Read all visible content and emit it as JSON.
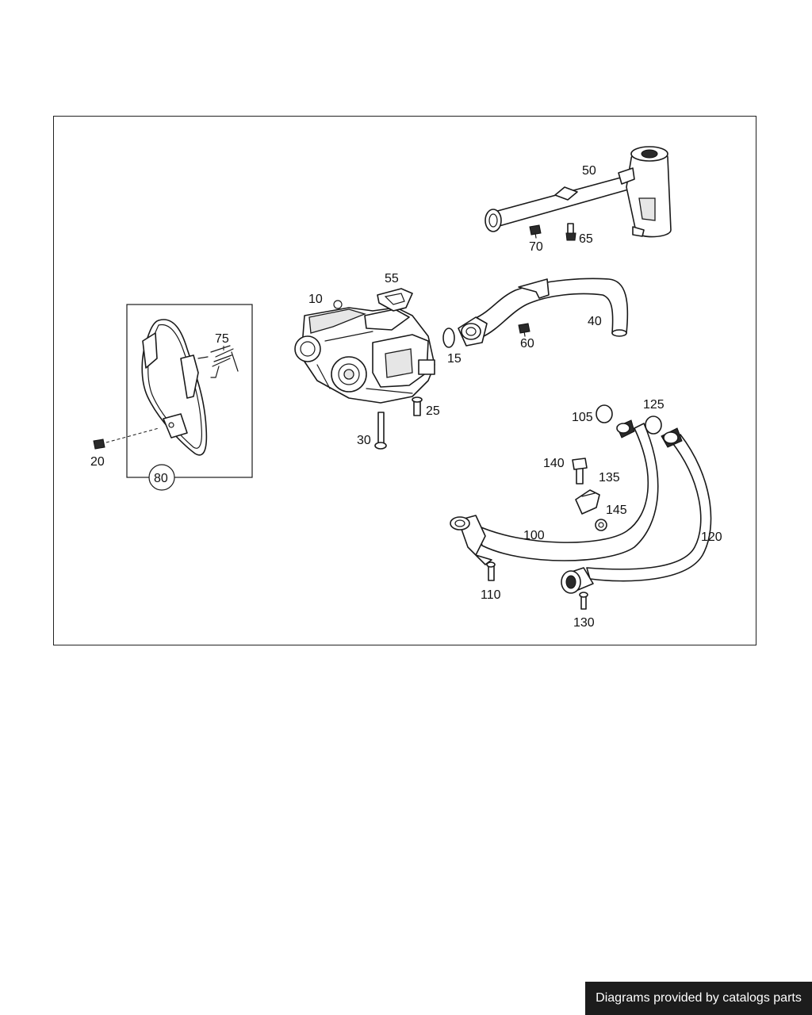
{
  "diagram": {
    "callouts": {
      "c10": "10",
      "c15": "15",
      "c20": "20",
      "c25": "25",
      "c30": "30",
      "c40": "40",
      "c50": "50",
      "c55": "55",
      "c60": "60",
      "c65": "65",
      "c70": "70",
      "c75": "75",
      "c80": "80",
      "c100": "100",
      "c105": "105",
      "c110": "110",
      "c120": "120",
      "c125": "125",
      "c130": "130",
      "c135": "135",
      "c140": "140",
      "c145": "145"
    }
  },
  "footer": {
    "credit": "Diagrams provided by catalogs parts"
  }
}
